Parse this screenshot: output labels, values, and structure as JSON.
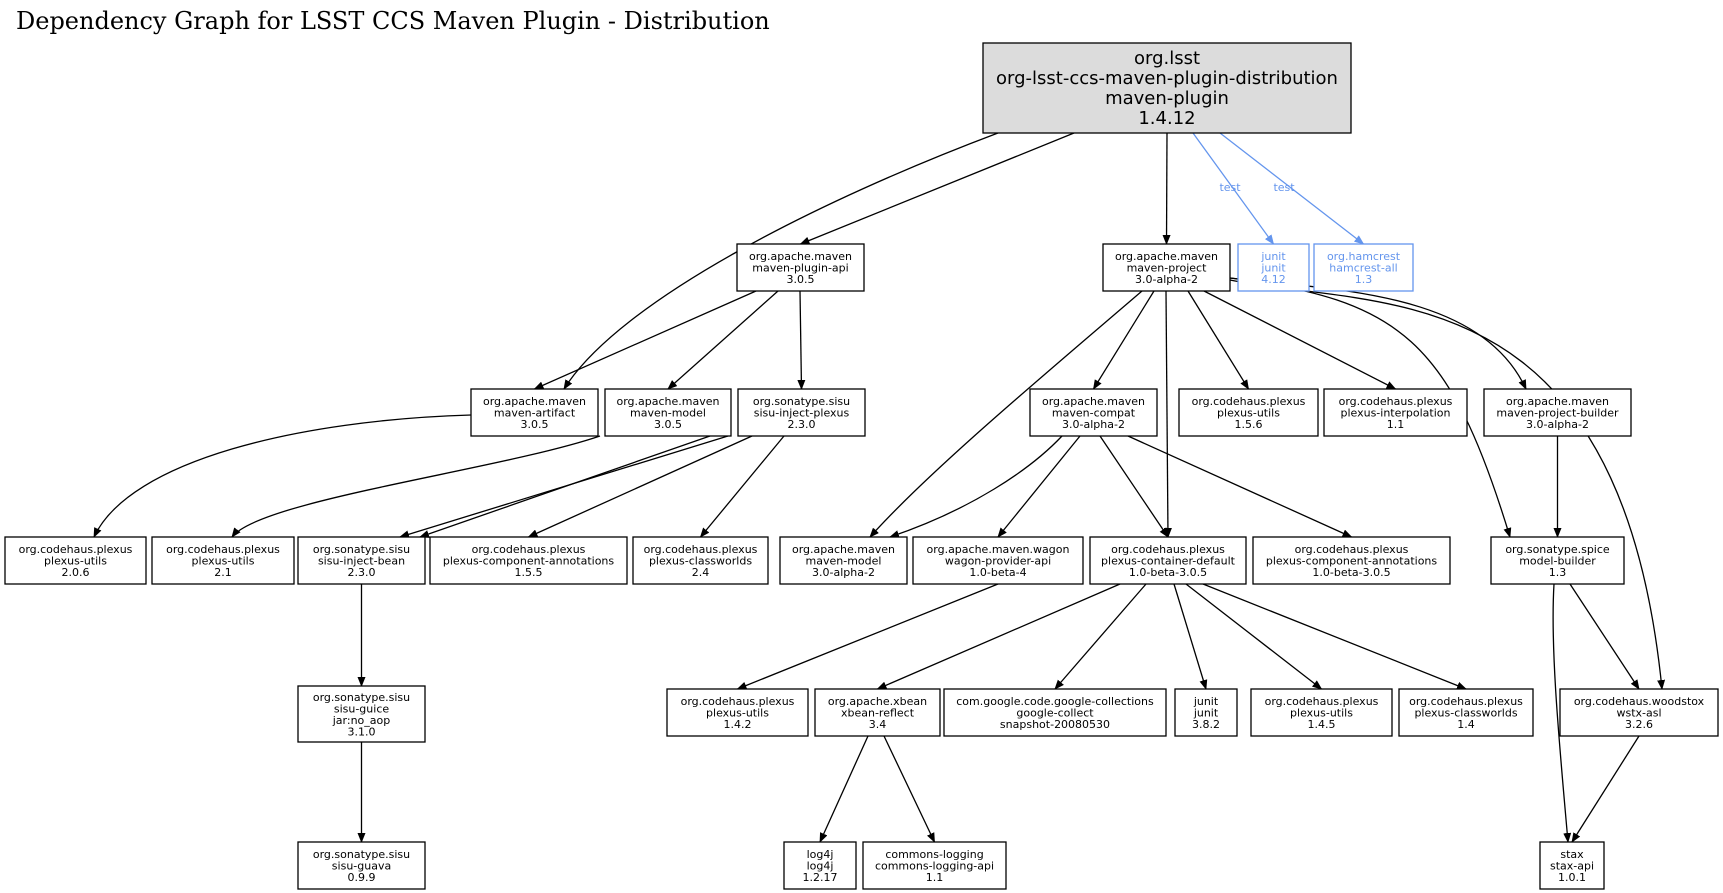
{
  "title": "Dependency Graph for LSST CCS Maven Plugin - Distribution",
  "colors": {
    "root_fill": "#dcdcdc",
    "test_edge": "#6495ed",
    "default_edge": "#000000"
  },
  "nodes": [
    {
      "id": "root",
      "kind": "root",
      "lines": [
        "org.lsst",
        "org-lsst-ccs-maven-plugin-distribution",
        "maven-plugin",
        "1.4.12"
      ]
    },
    {
      "id": "plugin_api",
      "lines": [
        "org.apache.maven",
        "maven-plugin-api",
        "3.0.5"
      ]
    },
    {
      "id": "maven_project",
      "lines": [
        "org.apache.maven",
        "maven-project",
        "3.0-alpha-2"
      ]
    },
    {
      "id": "junit_412",
      "kind": "test",
      "lines": [
        "junit",
        "junit",
        "4.12"
      ]
    },
    {
      "id": "hamcrest",
      "kind": "test",
      "lines": [
        "org.hamcrest",
        "hamcrest-all",
        "1.3"
      ]
    },
    {
      "id": "artifact",
      "lines": [
        "org.apache.maven",
        "maven-artifact",
        "3.0.5"
      ]
    },
    {
      "id": "model_305",
      "lines": [
        "org.apache.maven",
        "maven-model",
        "3.0.5"
      ]
    },
    {
      "id": "inject_plexus",
      "lines": [
        "org.sonatype.sisu",
        "sisu-inject-plexus",
        "2.3.0"
      ]
    },
    {
      "id": "compat",
      "lines": [
        "org.apache.maven",
        "maven-compat",
        "3.0-alpha-2"
      ]
    },
    {
      "id": "pu_156",
      "lines": [
        "org.codehaus.plexus",
        "plexus-utils",
        "1.5.6"
      ]
    },
    {
      "id": "interp",
      "lines": [
        "org.codehaus.plexus",
        "plexus-interpolation",
        "1.1"
      ]
    },
    {
      "id": "proj_builder",
      "lines": [
        "org.apache.maven",
        "maven-project-builder",
        "3.0-alpha-2"
      ]
    },
    {
      "id": "pu_206",
      "lines": [
        "org.codehaus.plexus",
        "plexus-utils",
        "2.0.6"
      ]
    },
    {
      "id": "pu_21",
      "lines": [
        "org.codehaus.plexus",
        "plexus-utils",
        "2.1"
      ]
    },
    {
      "id": "inject_bean",
      "lines": [
        "org.sonatype.sisu",
        "sisu-inject-bean",
        "2.3.0"
      ]
    },
    {
      "id": "pca_155",
      "lines": [
        "org.codehaus.plexus",
        "plexus-component-annotations",
        "1.5.5"
      ]
    },
    {
      "id": "pcw_24",
      "lines": [
        "org.codehaus.plexus",
        "plexus-classworlds",
        "2.4"
      ]
    },
    {
      "id": "model_alpha",
      "lines": [
        "org.apache.maven",
        "maven-model",
        "3.0-alpha-2"
      ]
    },
    {
      "id": "wagon",
      "lines": [
        "org.apache.maven.wagon",
        "wagon-provider-api",
        "1.0-beta-4"
      ]
    },
    {
      "id": "pcd",
      "lines": [
        "org.codehaus.plexus",
        "plexus-container-default",
        "1.0-beta-3.0.5"
      ]
    },
    {
      "id": "pca_beta",
      "lines": [
        "org.codehaus.plexus",
        "plexus-component-annotations",
        "1.0-beta-3.0.5"
      ]
    },
    {
      "id": "model_builder",
      "lines": [
        "org.sonatype.spice",
        "model-builder",
        "1.3"
      ]
    },
    {
      "id": "guice",
      "lines": [
        "org.sonatype.sisu",
        "sisu-guice",
        "jar:no_aop",
        "3.1.0"
      ]
    },
    {
      "id": "pu_142",
      "lines": [
        "org.codehaus.plexus",
        "plexus-utils",
        "1.4.2"
      ]
    },
    {
      "id": "xbean",
      "lines": [
        "org.apache.xbean",
        "xbean-reflect",
        "3.4"
      ]
    },
    {
      "id": "google",
      "lines": [
        "com.google.code.google-collections",
        "google-collect",
        "snapshot-20080530"
      ]
    },
    {
      "id": "junit_382",
      "lines": [
        "junit",
        "junit",
        "3.8.2"
      ]
    },
    {
      "id": "pu_145",
      "lines": [
        "org.codehaus.plexus",
        "plexus-utils",
        "1.4.5"
      ]
    },
    {
      "id": "pcw_14",
      "lines": [
        "org.codehaus.plexus",
        "plexus-classworlds",
        "1.4"
      ]
    },
    {
      "id": "wstx",
      "lines": [
        "org.codehaus.woodstox",
        "wstx-asl",
        "3.2.6"
      ]
    },
    {
      "id": "guava",
      "lines": [
        "org.sonatype.sisu",
        "sisu-guava",
        "0.9.9"
      ]
    },
    {
      "id": "log4j",
      "lines": [
        "log4j",
        "log4j",
        "1.2.17"
      ]
    },
    {
      "id": "commons",
      "lines": [
        "commons-logging",
        "commons-logging-api",
        "1.1"
      ]
    },
    {
      "id": "stax",
      "lines": [
        "stax",
        "stax-api",
        "1.0.1"
      ]
    }
  ],
  "edges": [
    {
      "from": "root",
      "to": "artifact"
    },
    {
      "from": "root",
      "to": "plugin_api"
    },
    {
      "from": "root",
      "to": "maven_project"
    },
    {
      "from": "root",
      "to": "junit_412",
      "label": "test",
      "kind": "test"
    },
    {
      "from": "root",
      "to": "hamcrest",
      "label": "test",
      "kind": "test"
    },
    {
      "from": "plugin_api",
      "to": "artifact"
    },
    {
      "from": "plugin_api",
      "to": "model_305"
    },
    {
      "from": "plugin_api",
      "to": "inject_plexus"
    },
    {
      "from": "artifact",
      "to": "pu_206"
    },
    {
      "from": "model_305",
      "to": "pu_21"
    },
    {
      "from": "inject_plexus",
      "to": "inject_bean"
    },
    {
      "from": "inject_plexus",
      "to": "inject_bean"
    },
    {
      "from": "inject_plexus",
      "to": "pca_155"
    },
    {
      "from": "inject_plexus",
      "to": "pcw_24"
    },
    {
      "from": "inject_bean",
      "to": "guice"
    },
    {
      "from": "guice",
      "to": "guava"
    },
    {
      "from": "maven_project",
      "to": "model_alpha"
    },
    {
      "from": "maven_project",
      "to": "compat"
    },
    {
      "from": "maven_project",
      "to": "pcd"
    },
    {
      "from": "maven_project",
      "to": "pu_156"
    },
    {
      "from": "maven_project",
      "to": "interp"
    },
    {
      "from": "maven_project",
      "to": "model_builder"
    },
    {
      "from": "maven_project",
      "to": "proj_builder"
    },
    {
      "from": "maven_project",
      "to": "wstx"
    },
    {
      "from": "compat",
      "to": "model_alpha"
    },
    {
      "from": "compat",
      "to": "wagon"
    },
    {
      "from": "compat",
      "to": "pcd"
    },
    {
      "from": "compat",
      "to": "pca_beta"
    },
    {
      "from": "proj_builder",
      "to": "model_builder"
    },
    {
      "from": "wagon",
      "to": "pu_142"
    },
    {
      "from": "pcd",
      "to": "xbean"
    },
    {
      "from": "pcd",
      "to": "google"
    },
    {
      "from": "pcd",
      "to": "junit_382"
    },
    {
      "from": "pcd",
      "to": "pu_145"
    },
    {
      "from": "pcd",
      "to": "pcw_14"
    },
    {
      "from": "model_builder",
      "to": "wstx"
    },
    {
      "from": "model_builder",
      "to": "stax"
    },
    {
      "from": "xbean",
      "to": "log4j"
    },
    {
      "from": "xbean",
      "to": "commons"
    },
    {
      "from": "wstx",
      "to": "stax"
    }
  ]
}
